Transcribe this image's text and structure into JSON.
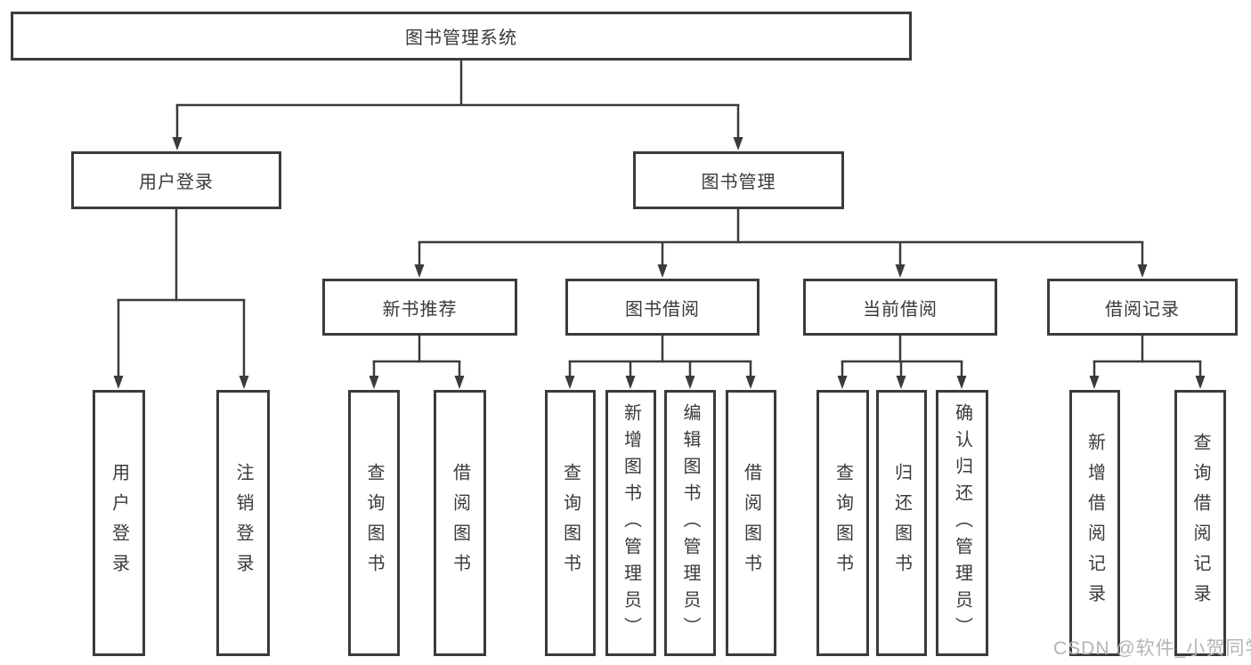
{
  "diagram": {
    "root": {
      "label": "图书管理系统"
    },
    "user_login": {
      "label": "用户登录",
      "children": {
        "login": "用户登录",
        "logout": "注销登录"
      }
    },
    "book_mgmt": {
      "label": "图书管理",
      "sections": {
        "new_book": {
          "label": "新书推荐",
          "children": {
            "query": "查询图书",
            "borrow": "借阅图书"
          }
        },
        "book_borrow": {
          "label": "图书借阅",
          "children": {
            "query": "查询图书",
            "add": "新增图书（管理员）",
            "edit": "编辑图书（管理员）",
            "borrow": "借阅图书"
          }
        },
        "current_borrow": {
          "label": "当前借阅",
          "children": {
            "query": "查询图书",
            "return": "归还图书",
            "confirm": "确认归还（管理员）"
          }
        },
        "borrow_records": {
          "label": "借阅记录",
          "children": {
            "add": "新增借阅记录",
            "query": "查询借阅记录"
          }
        }
      }
    },
    "colors": {
      "line": "#3b3b3b",
      "text": "#3a3a3a",
      "watermark": "#b4b4b4",
      "background": "#ffffff"
    },
    "watermark": "CSDN @软件_小贺同学"
  }
}
